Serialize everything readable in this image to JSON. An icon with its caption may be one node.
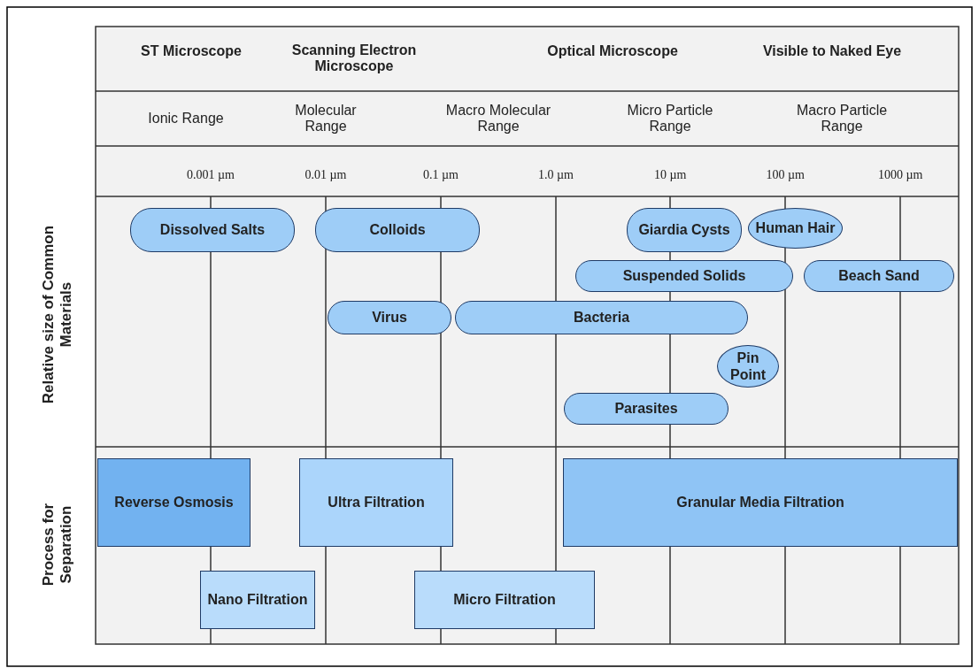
{
  "diagram": {
    "nodes": [
      {
        "text": [
          "Dissolved Salts"
        ]
      },
      {
        "text": [
          "Colloids"
        ]
      },
      {
        "text": [
          "Giardia Cysts"
        ]
      },
      {
        "text": [
          "Human Hair"
        ]
      },
      {
        "text": [
          "Suspended Solids"
        ]
      },
      {
        "text": [
          "Beach Sand"
        ]
      },
      {
        "text": [
          "Virus"
        ]
      },
      {
        "text": [
          "Bacteria"
        ]
      },
      {
        "text": [
          "Pin Point"
        ]
      },
      {
        "text": [
          "Parasites"
        ]
      },
      {
        "text": [
          "Reverse Osmosis"
        ]
      },
      {
        "text": [
          "Ultra Filtration"
        ]
      },
      {
        "text": [
          "Granular Media Filtration"
        ]
      },
      {
        "text": [
          "Nano Filtration"
        ]
      },
      {
        "text": [
          "Micro Filtration"
        ]
      }
    ],
    "labels": [
      "ST Microscope",
      "Scanning Electron Microscope",
      "Optical Microscope",
      "Visible to Naked Eye",
      "Ionic Range",
      "Molecular Range",
      "Macro Molecular Range",
      "Micro Particle Range",
      "Macro Particle Range",
      "0.001 µm",
      "0.01 µm",
      "0.1 µm",
      "1.0 µm",
      "10 µm",
      "100 µm",
      "1000 µm",
      "Relative size of Common Materials",
      "Process for Separation"
    ]
  }
}
